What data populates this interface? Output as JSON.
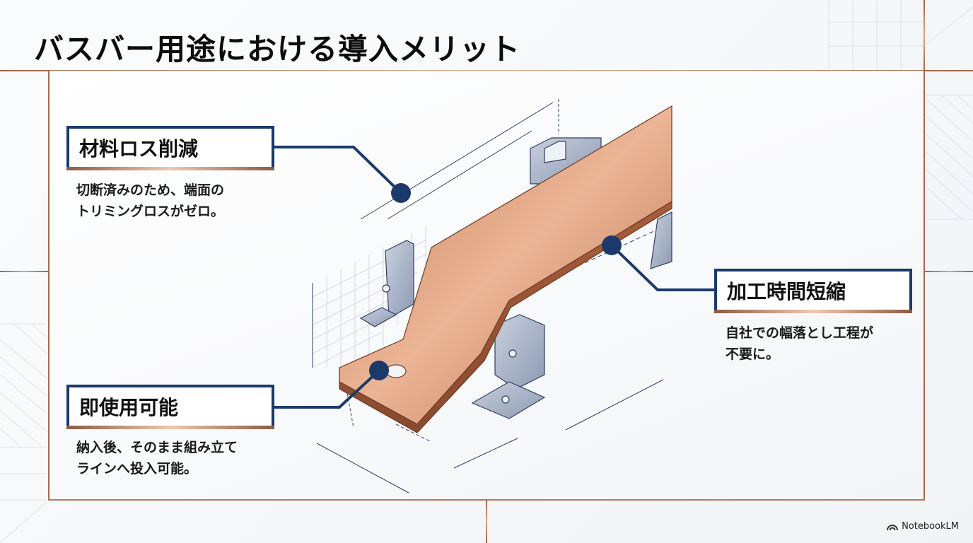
{
  "slide": {
    "title": "バスバー用途における導入メリット",
    "accent_navy": "#1b3a6b",
    "accent_copper": "#b87a5a"
  },
  "benefits": [
    {
      "heading": "材料ロス削減",
      "description_lines": [
        "切断済みのため、端面の",
        "トリミングロスがゼロ。"
      ]
    },
    {
      "heading": "加工時間短縮",
      "description_lines": [
        "自社での幅落とし工程が",
        "不要に。"
      ]
    },
    {
      "heading": "即使用可能",
      "description_lines": [
        "納入後、そのまま組み立て",
        "ラインへ投入可能。"
      ]
    }
  ],
  "illustration": {
    "subject": "copper-busbar-isometric-drawing"
  },
  "branding": {
    "logo_text": "NotebookLM"
  }
}
